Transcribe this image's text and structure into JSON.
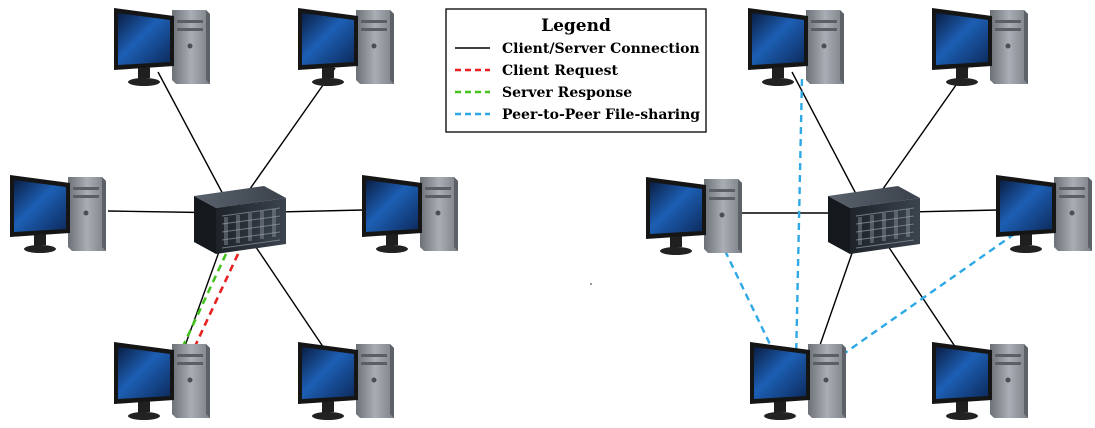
{
  "legend": {
    "title": "Legend",
    "items": [
      {
        "label": "Client/Server Connection",
        "color": "#000000",
        "dashed": false
      },
      {
        "label": "Client Request",
        "color": "#e82020",
        "dashed": true
      },
      {
        "label": "Server Response",
        "color": "#44c21f",
        "dashed": true
      },
      {
        "label": "Peer-to-Peer File-sharing",
        "color": "#2ea8e6",
        "dashed": true
      }
    ]
  },
  "colors": {
    "monitor_screen": "#1b58a8",
    "monitor_bezel": "#151515",
    "tower": "#8a8f97",
    "server": "#2b3038"
  }
}
